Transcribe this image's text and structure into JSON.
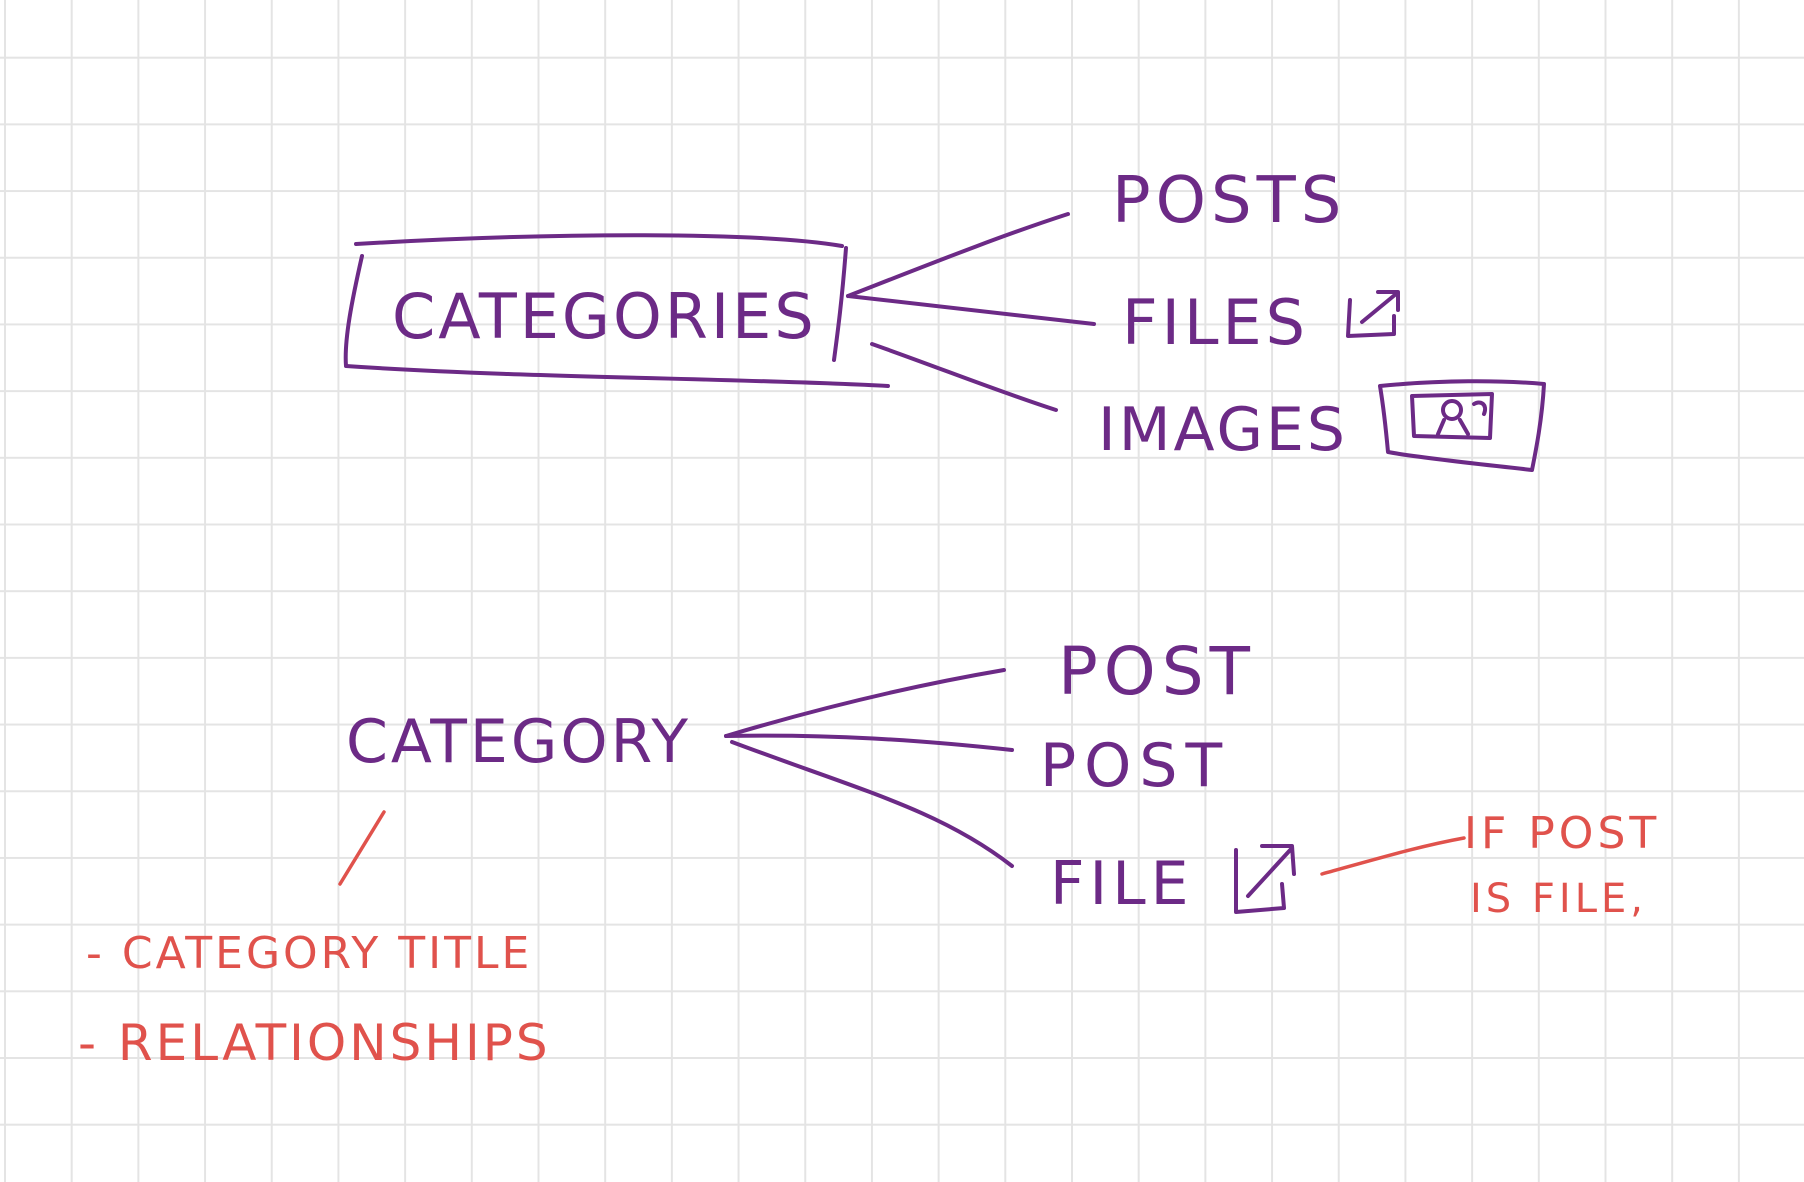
{
  "colors": {
    "primary_ink": "#6c2a86",
    "annotation_ink": "#e0524c",
    "grid": "#e4e4e4",
    "background": "#ffffff"
  },
  "top_diagram": {
    "root": "CATEGORIES",
    "children": [
      {
        "label": "POSTS"
      },
      {
        "label": "FILES",
        "icon": "external-link-icon"
      },
      {
        "label": "IMAGES",
        "icon": "image-icon"
      }
    ]
  },
  "bottom_diagram": {
    "root": "CATEGORY",
    "children": [
      {
        "label": "POST"
      },
      {
        "label": "POST"
      },
      {
        "label": "FILE",
        "icon": "external-link-icon"
      }
    ],
    "file_note_line1": "IF POST",
    "file_note_line2": "IS FILE,",
    "notes": [
      "- CATEGORY TITLE",
      "- RELATIONSHIPS"
    ]
  }
}
